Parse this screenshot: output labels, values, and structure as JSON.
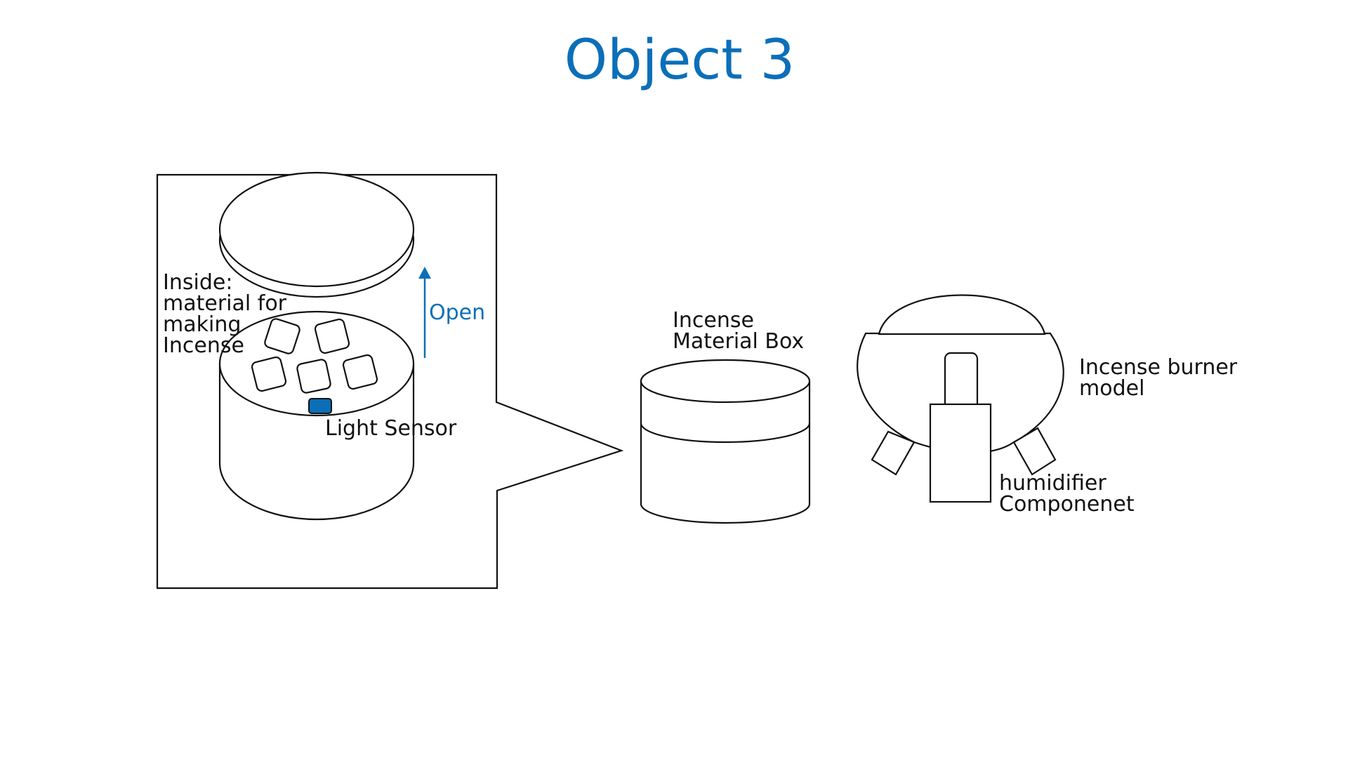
{
  "title": "Object 3",
  "callout": {
    "inside_label": [
      "Inside:",
      "material for",
      "making",
      "Incense"
    ],
    "open_label": "Open",
    "light_sensor_label": "Light Sensor"
  },
  "material_box": {
    "label": [
      "Incense",
      "Material Box"
    ]
  },
  "burner": {
    "label": [
      "Incense burner",
      "model"
    ],
    "humidifier_label": [
      "humidifier",
      "Componenet"
    ]
  },
  "colors": {
    "accent": "#0b6fb8",
    "line": "#111111",
    "sensor": "#0b6fb8"
  }
}
